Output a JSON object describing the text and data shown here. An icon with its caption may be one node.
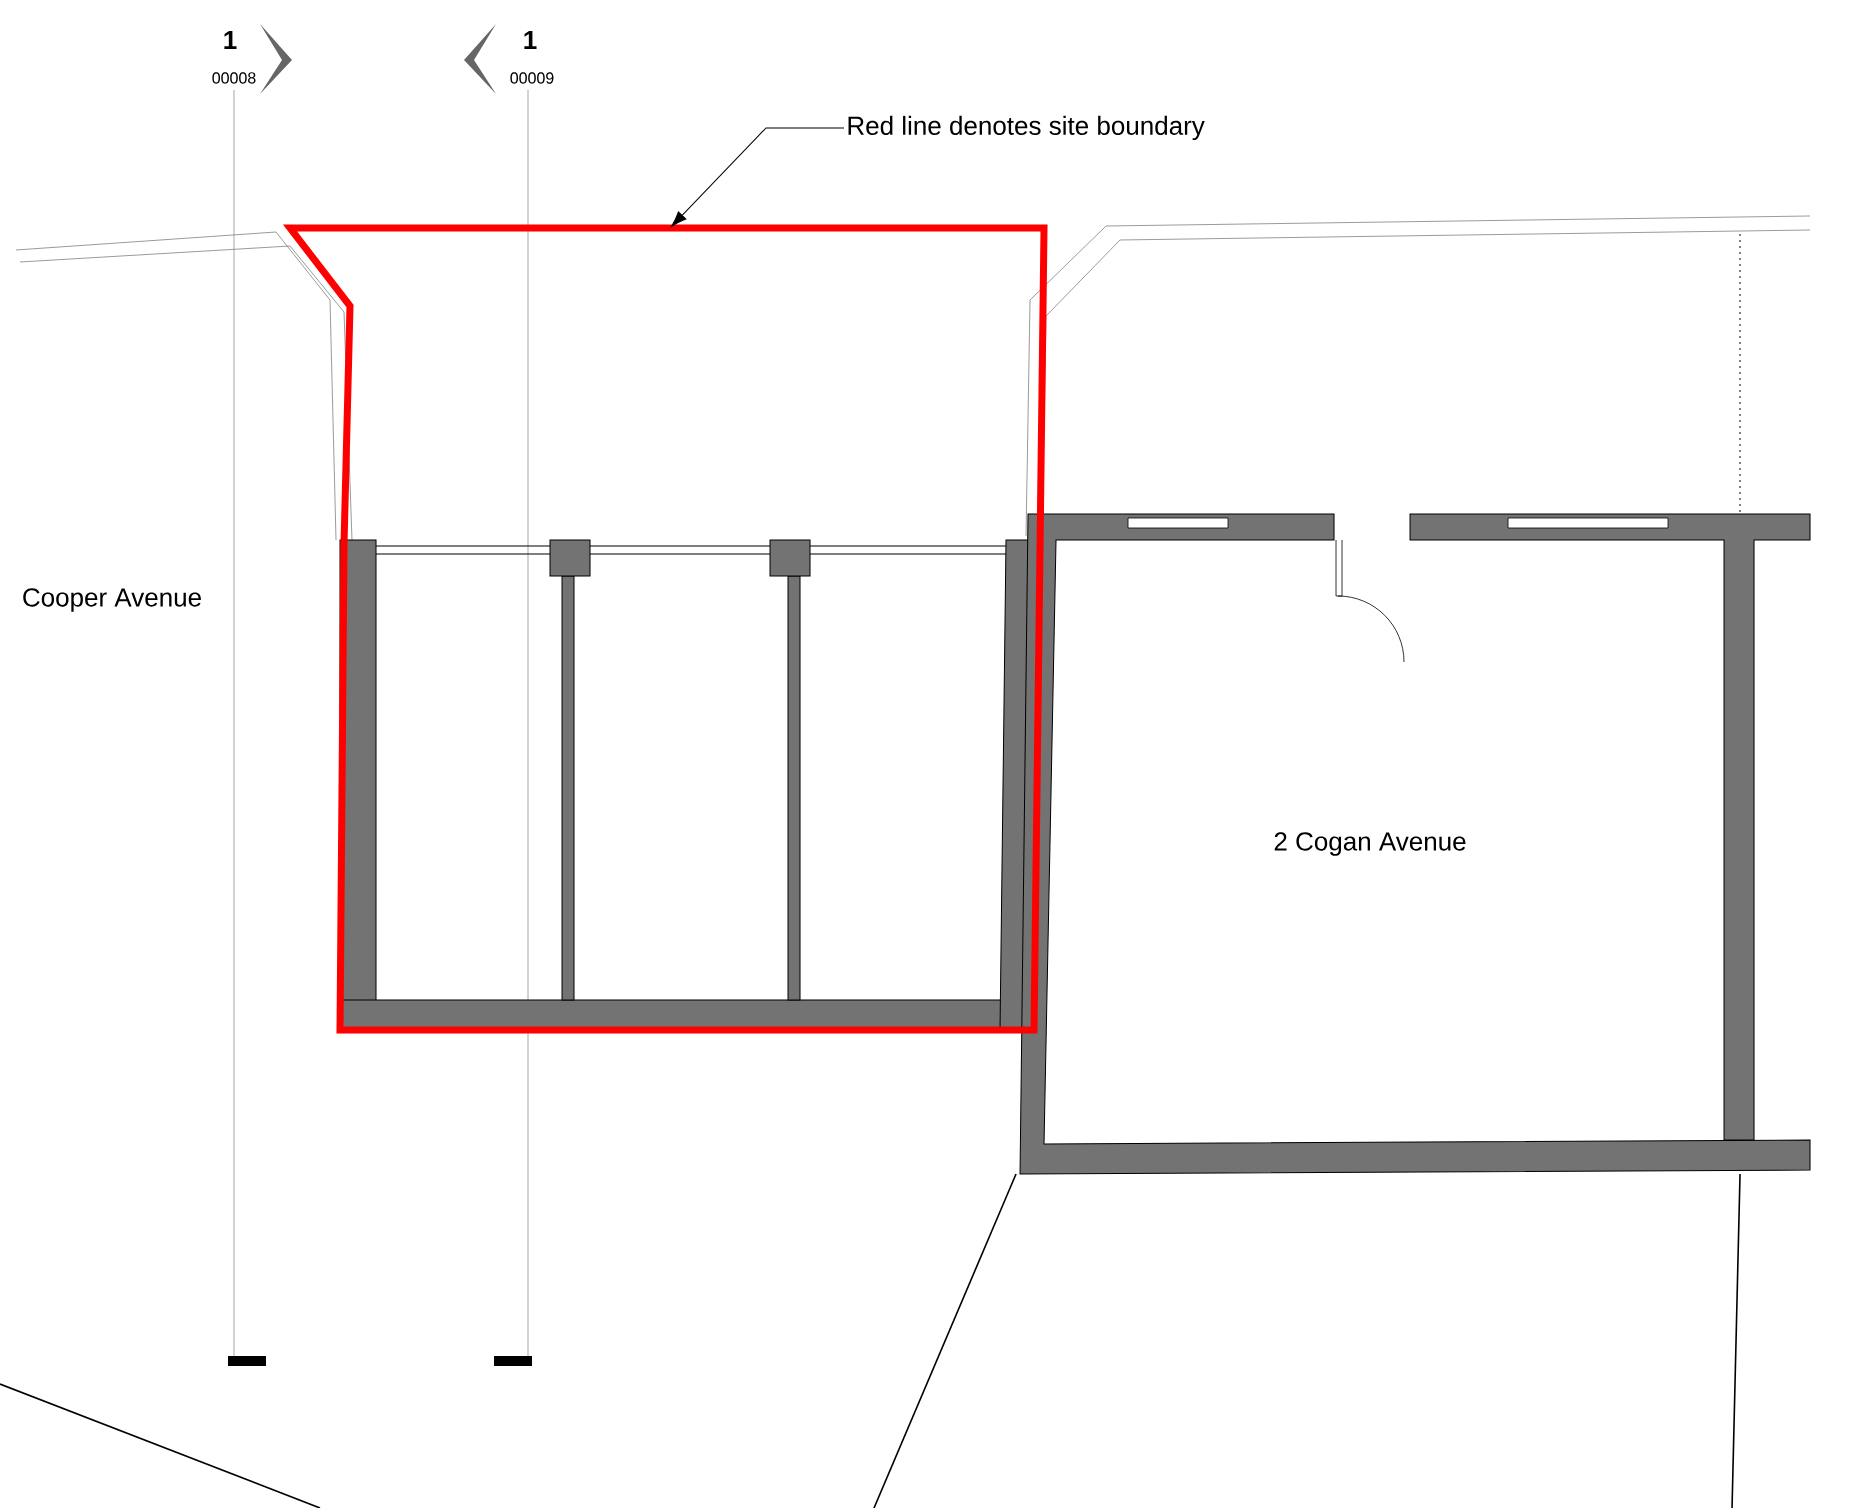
{
  "diagram": {
    "nodes": [
      {
        "text": [
          "Red line denotes site boundary"
        ]
      },
      {
        "text": [],
        "shape": "line"
      }
    ],
    "edges": [
      {
        "from": 0,
        "to": 1,
        "arrow": "to"
      }
    ],
    "labels": [
      "1",
      "00008",
      "1",
      "00009",
      "Cooper Avenue",
      "2 Cogan Avenue"
    ]
  }
}
